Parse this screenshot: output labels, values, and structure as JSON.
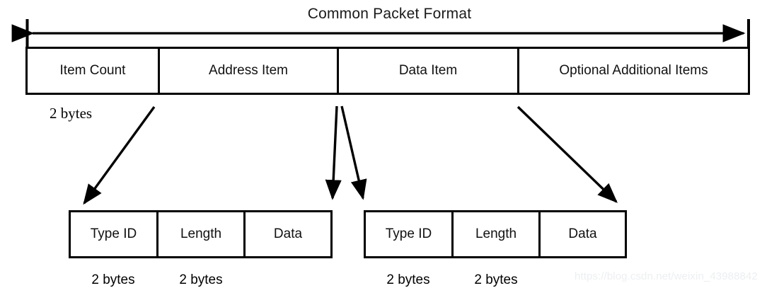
{
  "diagram": {
    "title": "Common Packet Format",
    "span_arrow": {
      "name": "full-width-span-arrow",
      "direction": "double",
      "label": "Common Packet Format"
    },
    "packet_fields": [
      {
        "label": "Item Count"
      },
      {
        "label": "Address Item"
      },
      {
        "label": "Data Item"
      },
      {
        "label": "Optional Additional Items"
      }
    ],
    "packet_notes": [
      {
        "label": "2 bytes",
        "applies_to": "Item Count"
      }
    ],
    "sub_items": [
      {
        "name": "address-item-expansion",
        "cells": [
          {
            "label": "Type ID"
          },
          {
            "label": "Length"
          },
          {
            "label": "Data"
          }
        ],
        "notes": [
          {
            "label": "2 bytes",
            "applies_to": "Type ID"
          },
          {
            "label": "2 bytes",
            "applies_to": "Length"
          }
        ]
      },
      {
        "name": "data-item-expansion",
        "cells": [
          {
            "label": "Type ID"
          },
          {
            "label": "Length"
          },
          {
            "label": "Data"
          }
        ],
        "notes": [
          {
            "label": "2 bytes",
            "applies_to": "Type ID"
          },
          {
            "label": "2 bytes",
            "applies_to": "Length"
          }
        ]
      }
    ],
    "connectors": [
      {
        "name": "address-item-connector",
        "from": "Address Item",
        "to": "left-expansion"
      },
      {
        "name": "data-item-connector-a",
        "from": "Data Item",
        "to": "left-expansion"
      },
      {
        "name": "data-item-connector-b",
        "from": "Data Item",
        "to": "right-expansion"
      },
      {
        "name": "optional-items-connector",
        "from": "Optional Additional Items",
        "to": "right-expansion"
      }
    ],
    "colors": {
      "stroke": "#000000",
      "background": "#ffffff",
      "text": "#111111",
      "watermark": "#eceff1"
    },
    "watermark": "https://blog.csdn.net/weixin_43988842"
  }
}
